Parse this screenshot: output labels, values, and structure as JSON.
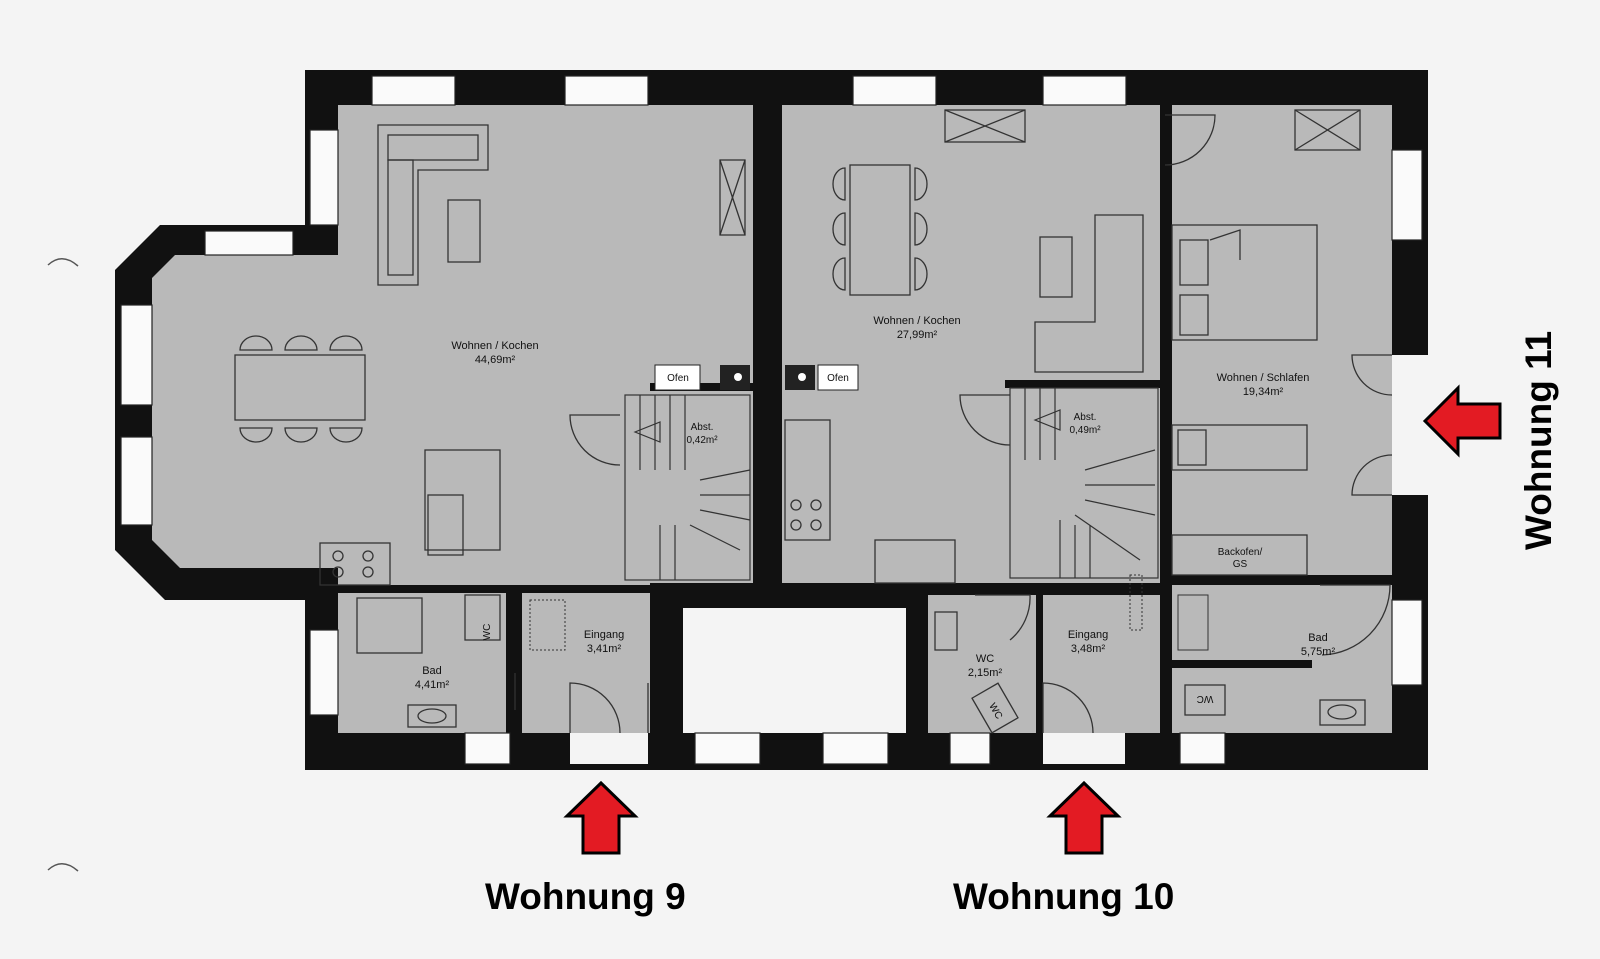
{
  "rooms": {
    "w9_wohnen": {
      "name": "Wohnen / Kochen",
      "area": "44,69m²"
    },
    "w9_abst": {
      "name": "Abst.",
      "area": "0,42m²"
    },
    "w9_ofen": "Ofen",
    "w9_eingang": {
      "name": "Eingang",
      "area": "3,41m²"
    },
    "w9_bad": {
      "name": "Bad",
      "area": "4,41m²"
    },
    "w9_wc_fixture": "WC",
    "w10_wohnen": {
      "name": "Wohnen / Kochen",
      "area": "27,99m²"
    },
    "w10_ofen": "Ofen",
    "w10_abst": {
      "name": "Abst.",
      "area": "0,49m²"
    },
    "w10_wc": {
      "name": "WC",
      "area": "2,15m²"
    },
    "w10_wc_fixture": "WC",
    "w10_eingang": {
      "name": "Eingang",
      "area": "3,48m²"
    },
    "w11_wohnen": {
      "name": "Wohnen / Schlafen",
      "area": "19,34m²"
    },
    "w11_backofen": {
      "line1": "Backofen/",
      "line2": "GS"
    },
    "w11_bad": {
      "name": "Bad",
      "area": "5,75m²"
    },
    "w11_wc_fixture": "WC"
  },
  "units": {
    "w9": "Wohnung 9",
    "w10": "Wohnung 10",
    "w11": "Wohnung 11"
  },
  "colors": {
    "floor": "#b9b9b9",
    "walls": "#111111",
    "arrow": "#e31b23"
  }
}
